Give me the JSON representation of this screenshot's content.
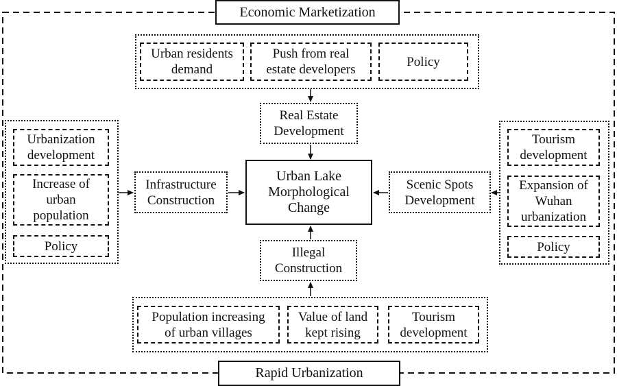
{
  "frame": {
    "top_label": "Economic Marketization",
    "bottom_label": "Rapid Urbanization"
  },
  "center": {
    "label": "Urban Lake\nMorphological\nChange"
  },
  "top_group": {
    "factors": [
      "Urban residents\ndemand",
      "Push from real\nestate developers",
      "Policy"
    ],
    "outcome": "Real Estate\nDevelopment"
  },
  "left_group": {
    "factors": [
      "Urbanization\ndevelopment",
      "Increase of\nurban\npopulation",
      "Policy"
    ],
    "outcome": "Infrastructure\nConstruction"
  },
  "right_group": {
    "factors": [
      "Tourism\ndevelopment",
      "Expansion of\nWuhan\nurbanization",
      "Policy"
    ],
    "outcome": "Scenic Spots\nDevelopment"
  },
  "bottom_group": {
    "factors": [
      "Population increasing\nof urban villages",
      "Value of land\nkept rising",
      "Tourism\ndevelopment"
    ],
    "outcome": "Illegal\nConstruction"
  }
}
